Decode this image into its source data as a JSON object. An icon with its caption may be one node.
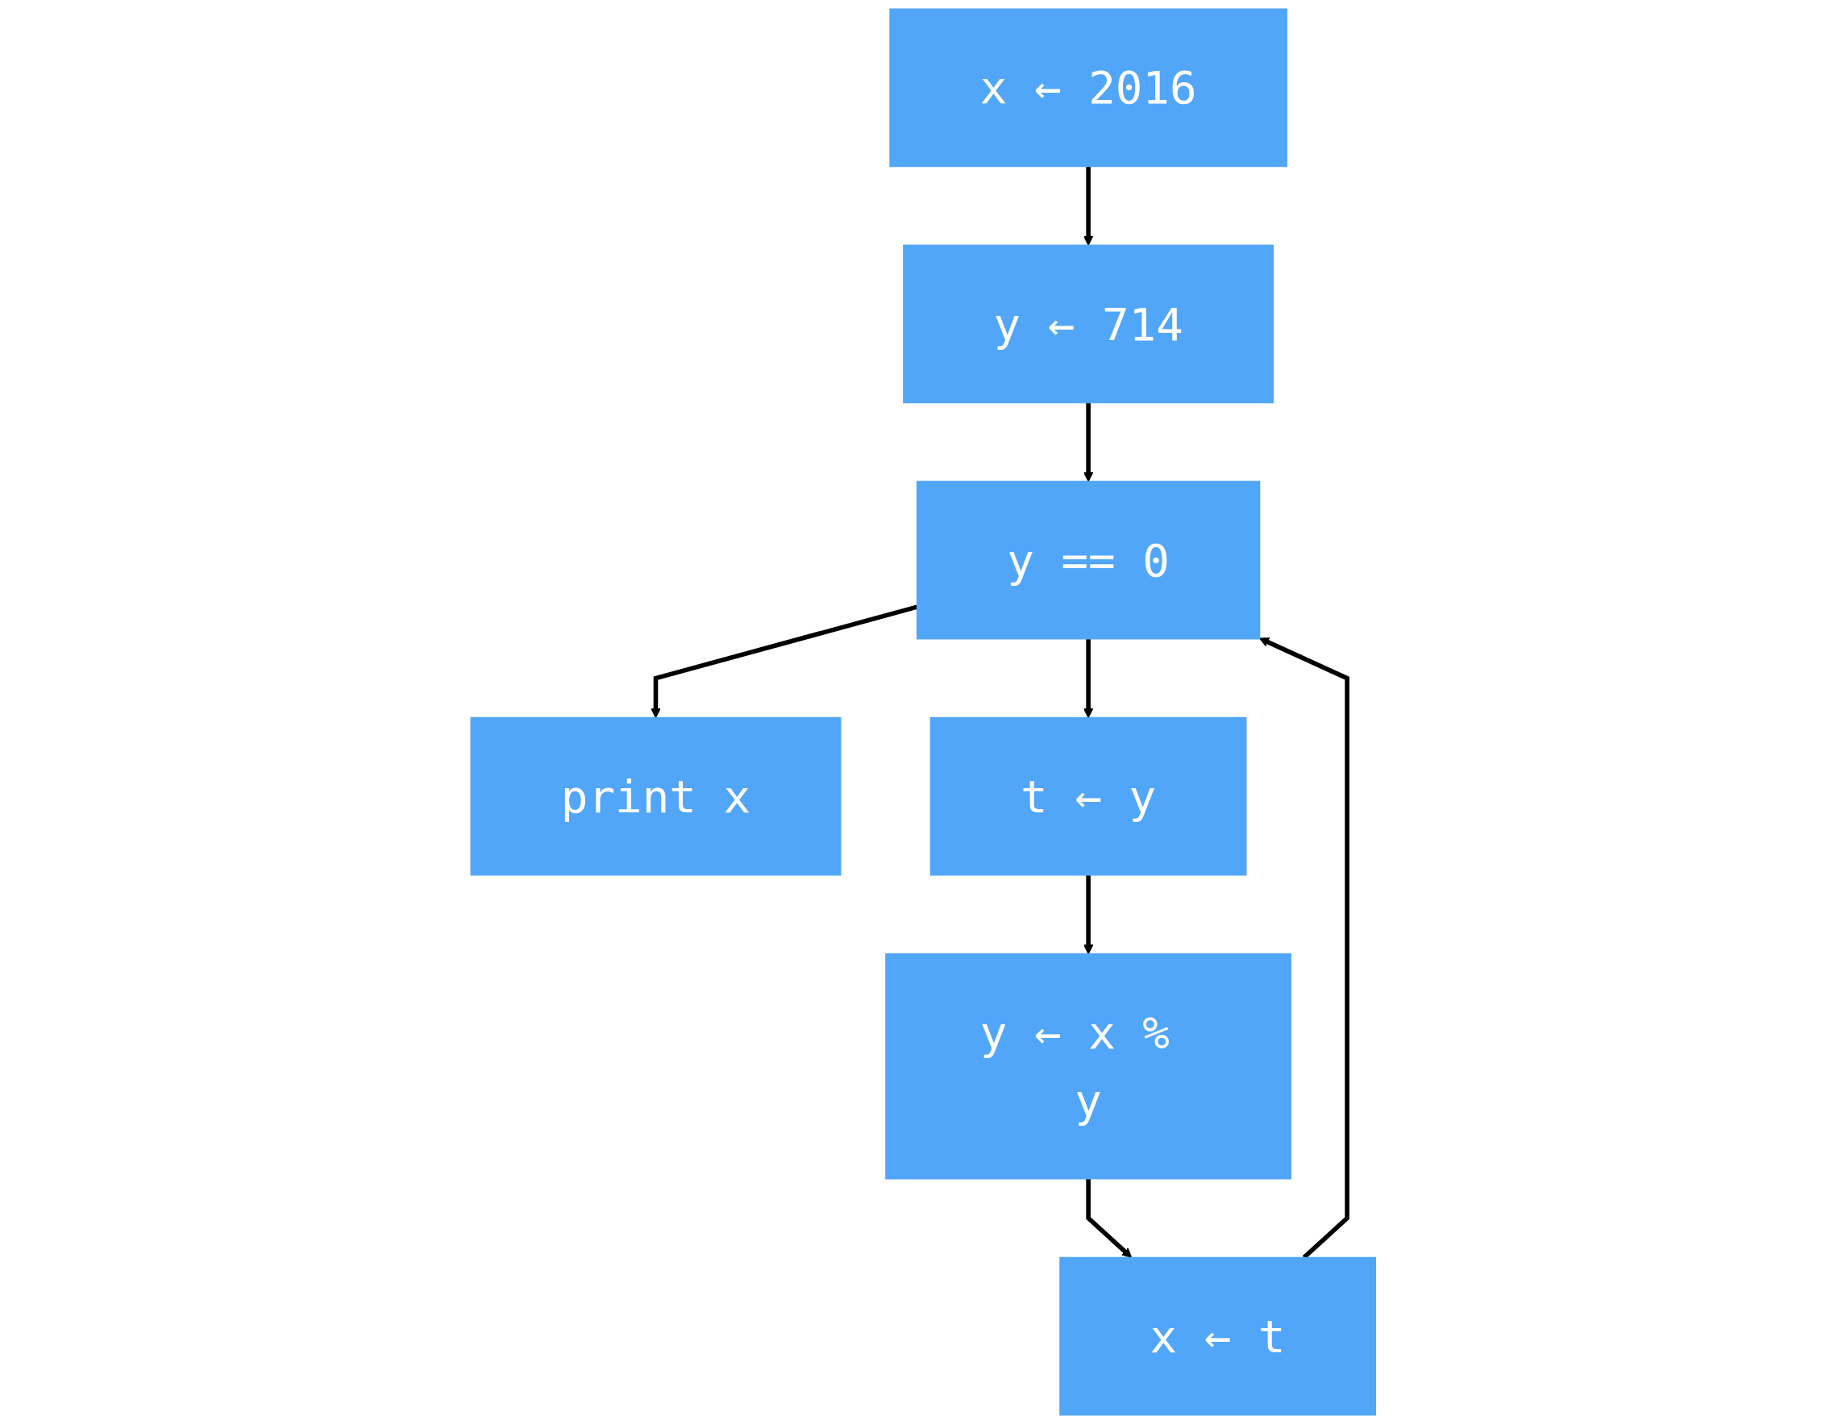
{
  "diagram": {
    "nodes": [
      {
        "text": [
          "x ← 2016"
        ]
      },
      {
        "text": [
          "y ← 714"
        ]
      },
      {
        "text": [
          "y == 0"
        ]
      },
      {
        "text": [
          "print x"
        ]
      },
      {
        "text": [
          "t ← y"
        ]
      },
      {
        "text": [
          "y ← x % y"
        ]
      },
      {
        "text": [
          "x ← t"
        ]
      }
    ],
    "edges": [
      {
        "from": 0,
        "to": 1,
        "arrow": "to"
      },
      {
        "from": 1,
        "to": 2,
        "arrow": "to"
      },
      {
        "from": 2,
        "to": 3,
        "arrow": "to"
      },
      {
        "from": 2,
        "to": 4,
        "arrow": "to"
      },
      {
        "from": 4,
        "to": 5,
        "arrow": "to"
      },
      {
        "from": 5,
        "to": 6,
        "arrow": "to"
      },
      {
        "from": 6,
        "to": 2,
        "arrow": "to"
      }
    ]
  }
}
